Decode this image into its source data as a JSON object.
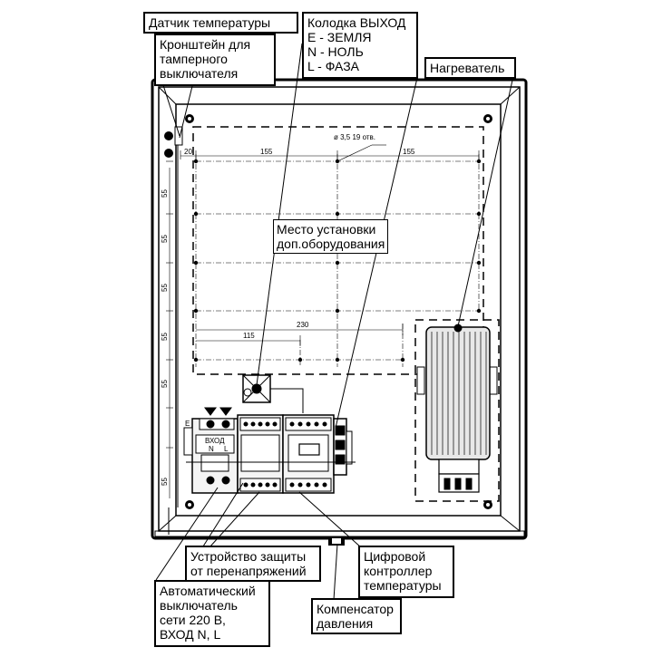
{
  "labels": {
    "temp_sensor": "Датчик температуры",
    "tamper_bracket": [
      "Кронштейн для",
      "тамперного",
      "выключателя"
    ],
    "output_block": [
      "Колодка ВЫХОД",
      "E - ЗЕМЛЯ",
      "N - НОЛЬ",
      "L - ФАЗА"
    ],
    "heater": "Нагреватель",
    "mount_area": [
      "Место установки",
      "доп.оборудования"
    ],
    "surge_protection": [
      "Устройство защиты",
      "от перенапряжений"
    ],
    "digital_controller": [
      "Цифровой",
      "контроллер",
      "температуры"
    ],
    "circuit_breaker": [
      "Автоматический",
      "выключатель",
      "сети 220 В,",
      "ВХОД N, L"
    ],
    "pressure_compensator": [
      "Компенсатор",
      "давления"
    ]
  },
  "dimensions": {
    "hole_note": "ø 3,5 19 отв.",
    "top_left": "20",
    "top_mid_1": "155",
    "top_mid_2": "155",
    "bottom_wide": "230",
    "bottom_narrow": "115",
    "vertical": [
      "55",
      "55",
      "55",
      "55",
      "55",
      "55"
    ]
  },
  "terminal_text": {
    "input": "ВХОД",
    "n": "N",
    "l": "L",
    "e": "E"
  },
  "colors": {
    "ink": "#000000",
    "paper": "#ffffff",
    "device_fill": "#f4f4f4",
    "heater_fill": "#e8e8e8"
  }
}
